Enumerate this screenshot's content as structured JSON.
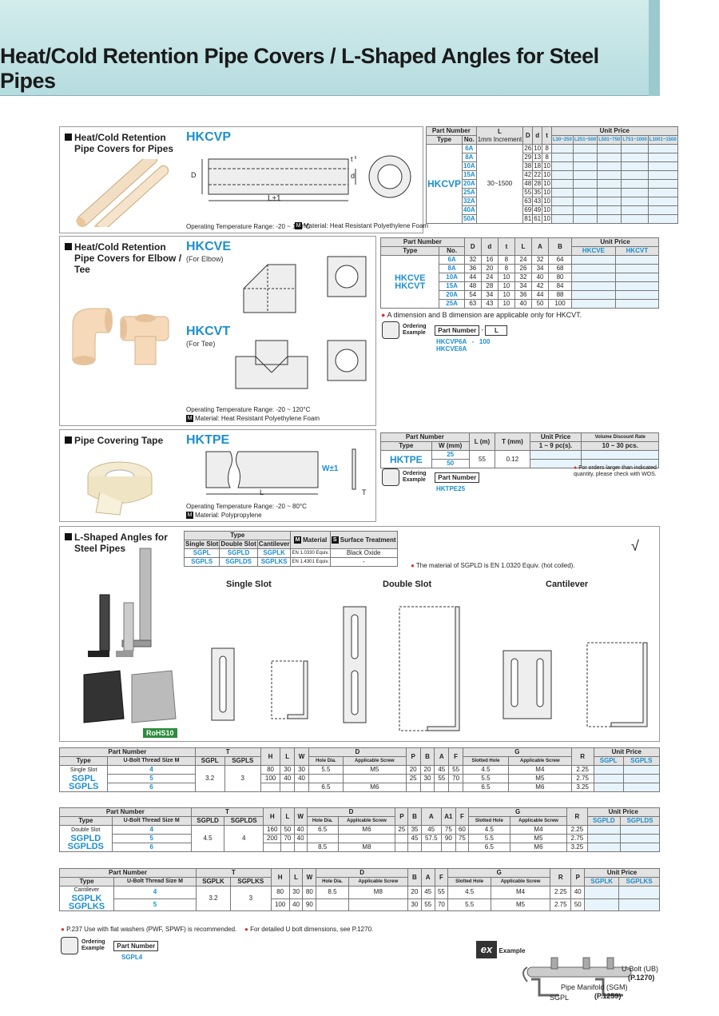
{
  "page_title": "Heat/Cold Retention Pipe Covers / L-Shaped Angles for Steel Pipes",
  "hkcvp": {
    "title": "Heat/Cold Retention Pipe Covers for Pipes",
    "code": "HKCVP",
    "temp": "Operating Temperature Range: -20 ~ 120°C",
    "material": "Material: Heat Resistant Polyethylene Foam",
    "dim_D": "D",
    "dim_L": "L±1",
    "dim_d": "d",
    "dim_t": "t",
    "table": {
      "h_part": "Part Number",
      "h_L": "L",
      "h_L2": "1mm Increment",
      "h_D": "D",
      "h_d": "d",
      "h_t": "t",
      "h_up": "Unit Price",
      "h_type": "Type",
      "h_no": "No.",
      "price_cols": [
        "L30~250",
        "L251~500",
        "L501~750",
        "L751~1000",
        "L1001~1500"
      ],
      "type": "HKCVP",
      "Lrange": "30~1500",
      "rows": [
        [
          "6A",
          "26",
          "10",
          "8"
        ],
        [
          "8A",
          "29",
          "13",
          "8"
        ],
        [
          "10A",
          "38",
          "18",
          "10"
        ],
        [
          "15A",
          "42",
          "22",
          "10"
        ],
        [
          "20A",
          "48",
          "28",
          "10"
        ],
        [
          "25A",
          "55",
          "35",
          "10"
        ],
        [
          "32A",
          "63",
          "43",
          "10"
        ],
        [
          "40A",
          "69",
          "49",
          "10"
        ],
        [
          "50A",
          "81",
          "61",
          "10"
        ]
      ]
    }
  },
  "hkcve": {
    "title": "Heat/Cold Retention Pipe Covers for Elbow / Tee",
    "code1": "HKCVE",
    "sub1": "(For Elbow)",
    "code2": "HKCVT",
    "sub2": "(For Tee)",
    "temp": "Operating Temperature Range: -20 ~ 120°C",
    "material": "Material: Heat Resistant Polyethylene Foam",
    "table": {
      "h_part": "Part Number",
      "h_type": "Type",
      "h_no": "No.",
      "cols": [
        "D",
        "d",
        "t",
        "L",
        "A",
        "B"
      ],
      "h_up": "Unit Price",
      "up1": "HKCVE",
      "up2": "HKCVT",
      "type1": "HKCVE",
      "type2": "HKCVT",
      "rows": [
        [
          "6A",
          "32",
          "16",
          "8",
          "24",
          "32",
          "64"
        ],
        [
          "8A",
          "36",
          "20",
          "8",
          "26",
          "34",
          "68"
        ],
        [
          "10A",
          "44",
          "24",
          "10",
          "32",
          "40",
          "80"
        ],
        [
          "15A",
          "48",
          "28",
          "10",
          "34",
          "42",
          "84"
        ],
        [
          "20A",
          "54",
          "34",
          "10",
          "36",
          "44",
          "88"
        ],
        [
          "25A",
          "63",
          "43",
          "10",
          "40",
          "50",
          "100"
        ]
      ]
    },
    "note": "A dimension and B dimension are applicable only for HKCVT.",
    "ord_label": "Ordering Example",
    "ord_pn": "Part Number",
    "ord_dash": "-",
    "ord_L": "L",
    "ord_ex1": "HKCVP6A   -   100",
    "ord_ex2": "HKCVE6A"
  },
  "hktpe": {
    "title": "Pipe Covering Tape",
    "code": "HKTPE",
    "temp": "Operating Temperature Range: -20 ~ 80°C",
    "material": "Material: Polypropylene",
    "table": {
      "h_part": "Part Number",
      "h_type": "Type",
      "h_W": "W (mm)",
      "h_L": "L (m)",
      "h_T": "T (mm)",
      "h_up": "Unit Price",
      "h_up2": "1 ~ 9 pc(s).",
      "h_vd": "Volume Discount Rate",
      "h_vd2": "10 ~ 30 pcs.",
      "type": "HKTPE",
      "w1": "25",
      "w2": "50",
      "L": "55",
      "T": "0.12"
    },
    "note": "For orders larger than indicated quantity, please check with WOS.",
    "ord_pn": "Part Number",
    "ord_ex": "HKTPE25"
  },
  "sgpl": {
    "title": "L-Shaped Angles for Steel Pipes",
    "rohs": "RoHS10",
    "check": "√",
    "type_table": {
      "h_type": "Type",
      "h_ss": "Single Slot",
      "h_ds": "Double Slot",
      "h_cl": "Cantilever",
      "h_mat": "Material",
      "h_surf": "Surface Treatment",
      "rows": [
        [
          "SGPL",
          "SGPLD",
          "SGPLK",
          "EN 1.0330 Equiv.",
          "Black Oxide"
        ],
        [
          "SGPLS",
          "SGPLDS",
          "SGPLKS",
          "EN 1.4301 Equiv.",
          "-"
        ]
      ]
    },
    "mat_note": "The material of SGPLD is EN 1.0320 Equiv. (hot coiled).",
    "d1": "Single Slot",
    "d2": "Double Slot",
    "d3": "Cantilever",
    "t1": {
      "h": [
        "Part Number",
        "T",
        "H",
        "L",
        "W",
        "D",
        "P",
        "B",
        "A",
        "F",
        "G",
        "R",
        "Unit Price"
      ],
      "sub": [
        "Type",
        "U-Bolt Thread Size M",
        "SGPL",
        "SGPLS",
        "Hole Dia.",
        "Applicable Screw",
        "Slotted Hole",
        "Applicable Screw",
        "SGPL",
        "SGPLS"
      ],
      "label": "Single Slot",
      "types": [
        "SGPL",
        "SGPLS"
      ],
      "T1": "3.2",
      "T2": "3",
      "rows": [
        [
          "4",
          "80",
          "30",
          "30",
          "5.5",
          "M5",
          "20",
          "20",
          "45",
          "55",
          "4.5",
          "M4",
          "2.25"
        ],
        [
          "5",
          "100",
          "40",
          "40",
          "",
          "",
          "25",
          "30",
          "55",
          "70",
          "5.5",
          "M5",
          "2.75"
        ],
        [
          "6",
          "",
          "",
          "",
          "6.5",
          "M6",
          "",
          "",
          "",
          "",
          "6.5",
          "M6",
          "3.25"
        ]
      ]
    },
    "t2": {
      "sub": [
        "SGPLD",
        "SGPLDS",
        "SGPLD",
        "SGPLDS"
      ],
      "cols": [
        "H",
        "L",
        "W",
        "Hole Dia.",
        "Applicable Screw",
        "P",
        "B",
        "A",
        "A1",
        "F",
        "Slotted Hole",
        "Applicable Screw",
        "R"
      ],
      "label": "Double Slot",
      "types": [
        "SGPLD",
        "SGPLDS"
      ],
      "T1": "4.5",
      "T2": "4",
      "rows": [
        [
          "4",
          "160",
          "50",
          "40",
          "6.5",
          "M6",
          "25",
          "35",
          "45",
          "75",
          "60",
          "4.5",
          "M4",
          "2.25"
        ],
        [
          "5",
          "200",
          "70",
          "40",
          "",
          "",
          "",
          "45",
          "57.5",
          "90",
          "75",
          "5.5",
          "M5",
          "2.75"
        ],
        [
          "6",
          "",
          "",
          "",
          "8.5",
          "M8",
          "",
          "",
          "",
          "",
          "",
          "6.5",
          "M6",
          "3.25"
        ]
      ]
    },
    "t3": {
      "sub": [
        "SGPLK",
        "SGPLKS",
        "SGPLK",
        "SGPLKS"
      ],
      "cols": [
        "H",
        "L",
        "W",
        "Hole Dia.",
        "Applicable Screw",
        "B",
        "A",
        "F",
        "Slotted Hole",
        "Applicable Screw",
        "R",
        "P"
      ],
      "label": "Cantilever",
      "types": [
        "SGPLK",
        "SGPLKS"
      ],
      "T1": "3.2",
      "T2": "3",
      "rows": [
        [
          "4",
          "80",
          "30",
          "80",
          "8.5",
          "M8",
          "20",
          "45",
          "55",
          "4.5",
          "M4",
          "2.25",
          "40"
        ],
        [
          "5",
          "100",
          "40",
          "90",
          "",
          "",
          "30",
          "55",
          "70",
          "5.5",
          "M5",
          "2.75",
          "50"
        ]
      ]
    },
    "foot1": "P.237 Use with flat washers (PWF, SPWF) is recommended.",
    "foot2": "For detailed U bolt dimensions, see P.1270.",
    "ord_pn": "Part Number",
    "ord_ex": "SGPL4",
    "ord_label": "Ordering Example",
    "ex_label": "Example",
    "ex_ub": "U-Bolt (UB)",
    "ex_ubp": "(P.1270)",
    "ex_pm": "Pipe Manifold (SGM)",
    "ex_pmp": "(P.1259)",
    "ex_sgpl": "SGPL"
  }
}
